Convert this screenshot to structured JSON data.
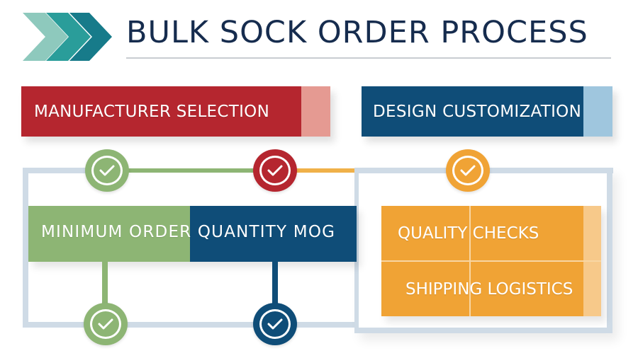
{
  "header": {
    "title": "BULK SOCK ORDER PROCESS",
    "logo_icon": "triple-chevron-right-icon",
    "chevron_colors": [
      "#8ec9bd",
      "#2a9d9a",
      "#177b8a"
    ]
  },
  "steps": {
    "manufacturer_selection": {
      "label": "MANUFACTURER SELECTION",
      "color": "#b5262f",
      "accent": "#e59a92"
    },
    "design_customization": {
      "label": "DESIGN CUSTOMIZATION",
      "color": "#0f4d78",
      "accent": "#9fc6de"
    },
    "minimum_order_quantity": {
      "label": "MINIMUM ORDER QUANTITY MOG",
      "colors": [
        "#8db574",
        "#0f4d78"
      ]
    },
    "quality_checks": {
      "label": "QUALITY CHECKS",
      "color": "#f0a335"
    },
    "shipping_logistics": {
      "label": "SHIPPING LOGISTICS",
      "color": "#f0a335",
      "accent": "#f7c98a"
    }
  },
  "timeline": {
    "nodes": [
      {
        "id": "node-1",
        "icon": "checkmark-icon",
        "color": "#8db574"
      },
      {
        "id": "node-2",
        "icon": "checkmark-icon",
        "color": "#b5262f"
      },
      {
        "id": "node-3",
        "icon": "checkmark-icon",
        "color": "#f0a335"
      },
      {
        "id": "node-4",
        "icon": "checkmark-icon",
        "color": "#8db574"
      },
      {
        "id": "node-5",
        "icon": "checkmark-icon",
        "color": "#0f4d78"
      }
    ],
    "line_colors": {
      "frame": "#cfdbe6",
      "green": "#8db574",
      "orange": "#f0b149"
    }
  }
}
